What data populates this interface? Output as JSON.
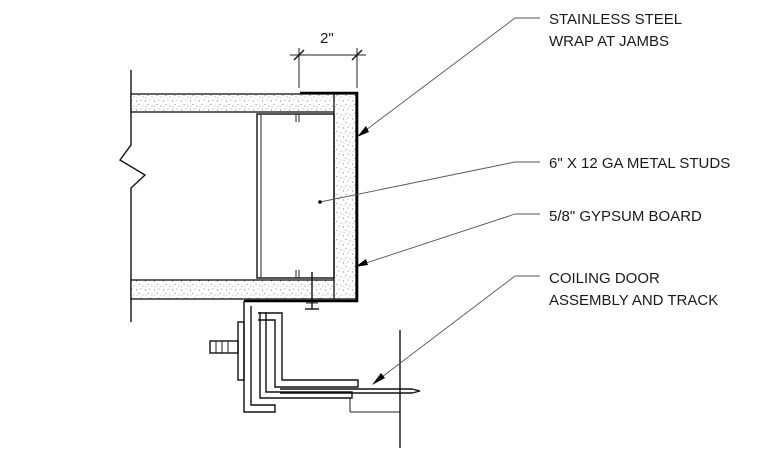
{
  "dimension": {
    "label": "2\""
  },
  "callouts": [
    {
      "id": "wrap",
      "lines": [
        "STAINLESS STEEL",
        "WRAP AT JAMBS"
      ]
    },
    {
      "id": "studs",
      "lines": [
        "6\" X 12 GA METAL STUDS"
      ]
    },
    {
      "id": "gypsum",
      "lines": [
        "5/8\" GYPSUM BOARD"
      ]
    },
    {
      "id": "door",
      "lines": [
        "COILING DOOR",
        "ASSEMBLY AND TRACK"
      ]
    }
  ]
}
